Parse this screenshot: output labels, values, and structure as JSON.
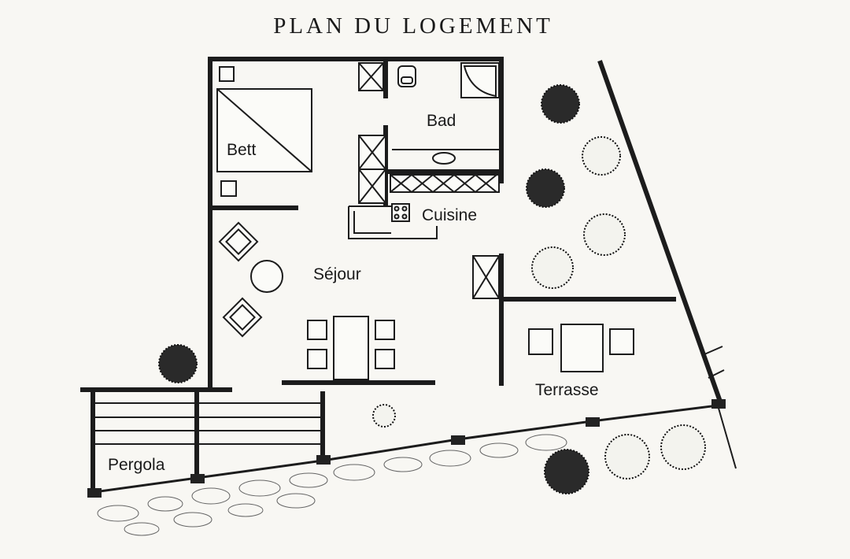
{
  "plan": {
    "title": "PLAN DU LOGEMENT",
    "rooms": {
      "bett": "Bett",
      "bad": "Bad",
      "cuisine": "Cuisine",
      "sejour": "Séjour",
      "terrasse": "Terrasse",
      "pergola": "Pergola"
    }
  }
}
